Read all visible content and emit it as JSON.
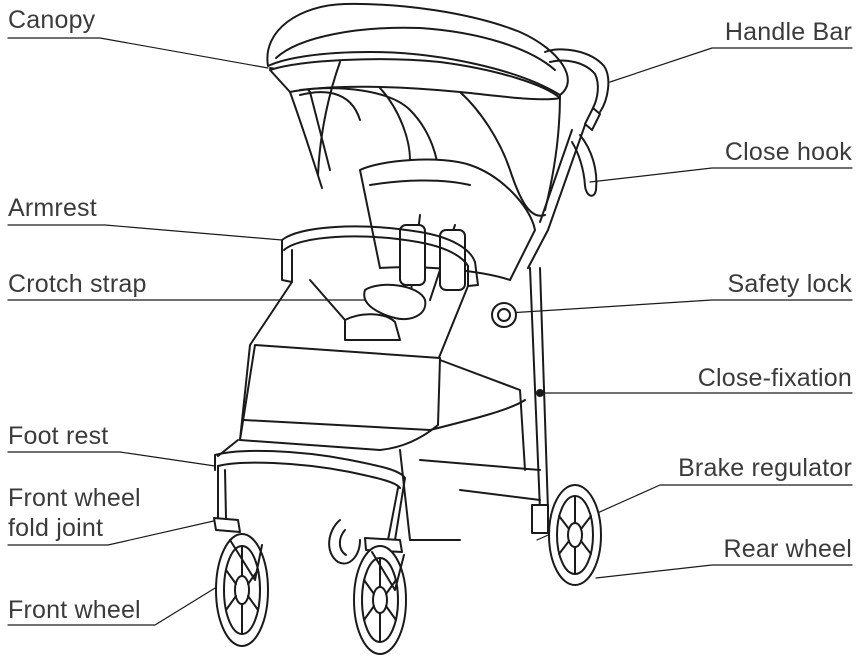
{
  "labels": {
    "canopy": "Canopy",
    "handle_bar": "Handle Bar",
    "close_hook": "Close hook",
    "armrest": "Armrest",
    "crotch_strap": "Crotch strap",
    "safety_lock": "Safety lock",
    "close_fixation": "Close-fixation",
    "foot_rest": "Foot rest",
    "front_wheel_fold_joint_line1": "Front wheel",
    "front_wheel_fold_joint_line2": "fold joint",
    "brake_regulator": "Brake regulator",
    "rear_wheel": "Rear wheel",
    "front_wheel": "Front wheel"
  },
  "colors": {
    "line": "#1a1a1a",
    "text": "#3b3b3b"
  }
}
